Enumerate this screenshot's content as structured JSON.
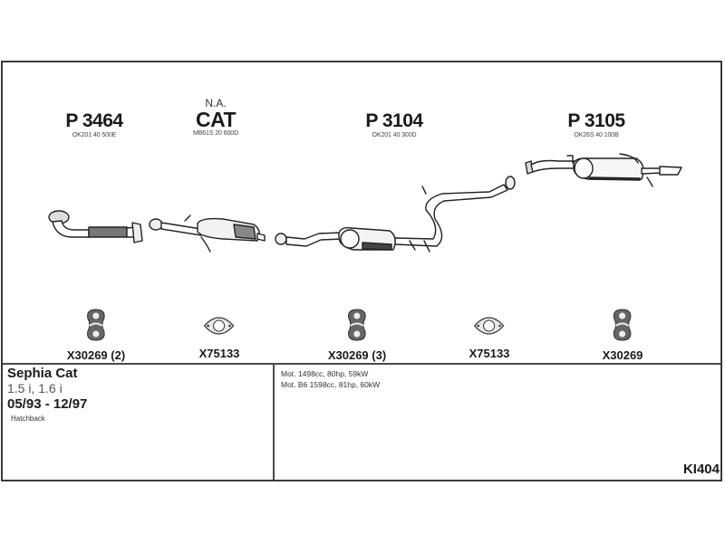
{
  "parts": [
    {
      "code": "P 3464",
      "oem": "OK201 40 500E"
    },
    {
      "pre": "N.A.",
      "code": "CAT",
      "oem": "MB61S 20 600D"
    },
    {
      "code": "P 3104",
      "oem": "OK201 40 300D"
    },
    {
      "code": "P 3105",
      "oem": "OK26S 40 100B"
    }
  ],
  "accessories": [
    {
      "icon": "rubber-hanger-icon",
      "label": "X30269 (2)"
    },
    {
      "icon": "gasket-icon",
      "label": "X75133"
    },
    {
      "icon": "rubber-hanger-icon",
      "label": "X30269 (3)"
    },
    {
      "icon": "gasket-icon",
      "label": "X75133"
    },
    {
      "icon": "rubber-hanger-icon",
      "label": "X30269"
    }
  ],
  "vehicle": {
    "model": "Sephia Cat",
    "engine": "1.5 i, 1.6 i",
    "dates": "05/93 - 12/97",
    "body": "Hatchback"
  },
  "engines": [
    "Mot. 1498cc, 80hp, 59kW",
    "Mot. B6 1598cc, 81hp, 60kW"
  ],
  "reference": "KI404"
}
